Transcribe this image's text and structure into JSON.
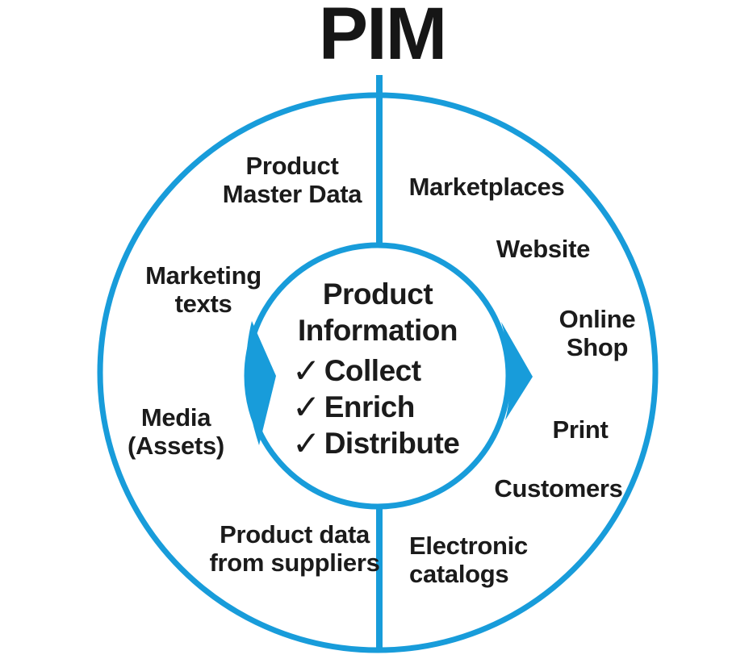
{
  "title": "PIM",
  "colors": {
    "accent": "#189CDA",
    "text": "#1b1b1b"
  },
  "center": {
    "heading": "Product Information",
    "check_icon": "✓",
    "steps": [
      "Collect",
      "Enrich",
      "Distribute"
    ]
  },
  "sources": [
    "Product Master Data",
    "Marketing texts",
    "Media (Assets)",
    "Product data from suppliers"
  ],
  "channels": [
    "Marketplaces",
    "Website",
    "Online Shop",
    "Print",
    "Customers",
    "Electronic catalogs"
  ]
}
